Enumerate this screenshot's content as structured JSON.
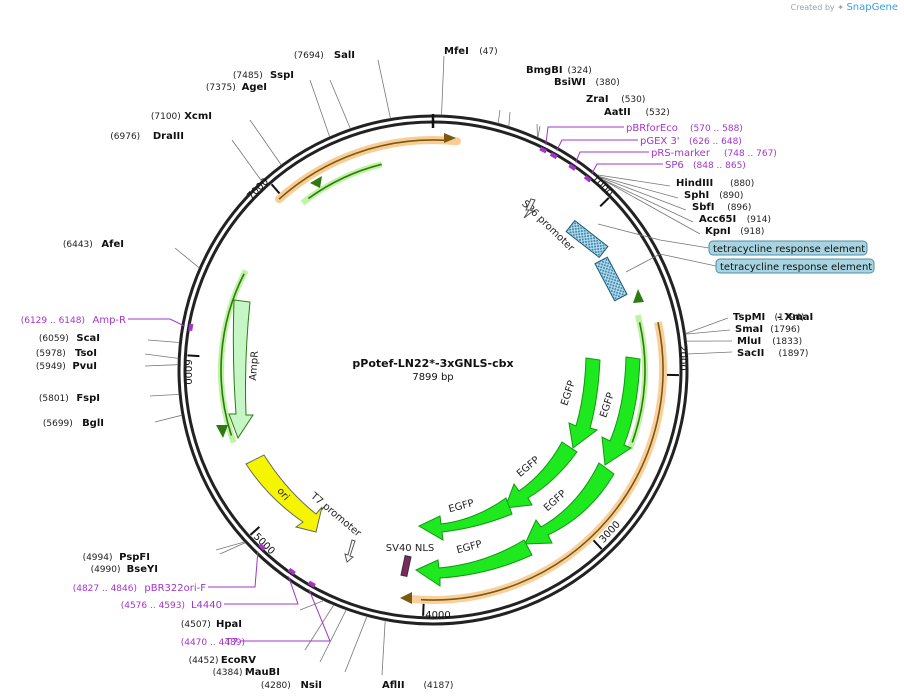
{
  "credit": {
    "prefix": "Created by",
    "brand": "SnapGene"
  },
  "plasmid": {
    "name": "pPotef-LN22*-3xGNLS-cbx",
    "length_label": "7899 bp"
  },
  "colors": {
    "backbone": "#222222",
    "primer": "#a235c8",
    "egfp": "#1ee81e",
    "ori": "#f5f500",
    "ampr": "#c6f6c6",
    "tre": "#3c8cb4",
    "orange_glow": "#f4a23a",
    "green_glow": "#aef08a",
    "badge": "#a8d4e2"
  },
  "ticks": [
    {
      "label": "1000"
    },
    {
      "label": "2000"
    },
    {
      "label": "3000"
    },
    {
      "label": "4000"
    },
    {
      "label": "5000"
    },
    {
      "label": "6000"
    },
    {
      "label": "7000"
    }
  ],
  "enzymes": [
    {
      "name": "MfeI",
      "pos": "(47)"
    },
    {
      "name": "BmgBI",
      "pos": "(324)"
    },
    {
      "name": "BsiWI",
      "pos": "(380)"
    },
    {
      "name": "ZraI",
      "pos": "(530)"
    },
    {
      "name": "AatII",
      "pos": "(532)"
    },
    {
      "name": "HindIII",
      "pos": "(880)"
    },
    {
      "name": "SphI",
      "pos": "(890)"
    },
    {
      "name": "SbfI",
      "pos": "(896)"
    },
    {
      "name": "Acc65I",
      "pos": "(914)"
    },
    {
      "name": "KpnI",
      "pos": "(918)"
    },
    {
      "name": "TspMI",
      "pos": "(1794)"
    },
    {
      "name": "SmaI",
      "pos": "(1796)"
    },
    {
      "name": "MluI",
      "pos": "(1833)"
    },
    {
      "name": "SacII",
      "pos": "(1897)"
    },
    {
      "name": "AflII",
      "pos": "(4187)"
    },
    {
      "name": "NsiI",
      "pos": "(4280)"
    },
    {
      "name": "MauBI",
      "pos": "(4384)"
    },
    {
      "name": "EcoRV",
      "pos": "(4452)"
    },
    {
      "name": "HpaI",
      "pos": "(4507)"
    },
    {
      "name": "BseYI",
      "pos": "(4990)"
    },
    {
      "name": "PspFI",
      "pos": "(4994)"
    },
    {
      "name": "BglI",
      "pos": "(5699)"
    },
    {
      "name": "FspI",
      "pos": "(5801)"
    },
    {
      "name": "PvuI",
      "pos": "(5949)"
    },
    {
      "name": "TsoI",
      "pos": "(5978)"
    },
    {
      "name": "ScaI",
      "pos": "(6059)"
    },
    {
      "name": "AfeI",
      "pos": "(6443)"
    },
    {
      "name": "DraIII",
      "pos": "(6976)"
    },
    {
      "name": "XcmI",
      "pos": "(7100)"
    },
    {
      "name": "AgeI",
      "pos": "(7375)"
    },
    {
      "name": "SspI",
      "pos": "(7485)"
    },
    {
      "name": "SalI",
      "pos": "(7694)"
    }
  ],
  "xmaI_label": "- XmaI",
  "primers": [
    {
      "name": "pBRforEco",
      "pos": "(570 .. 588)"
    },
    {
      "name": "pGEX 3'",
      "pos": "(626 .. 648)"
    },
    {
      "name": "pRS-marker",
      "pos": "(748 .. 767)"
    },
    {
      "name": "SP6",
      "pos": "(848 .. 865)"
    },
    {
      "name": "Amp-R",
      "pos": "(6129 .. 6148)"
    },
    {
      "name": "pBR322ori-F",
      "pos": "(4827 .. 4846)"
    },
    {
      "name": "L4440",
      "pos": "(4576 .. 4593)"
    },
    {
      "name": "T7",
      "pos": "(4470 .. 4489)"
    }
  ],
  "features": {
    "sp6_promoter": "SP6 promoter",
    "tre1": "tetracycline response element",
    "tre2": "tetracycline response element",
    "egfp_labels": [
      "EGFP",
      "EGFP",
      "EGFP",
      "EGFP",
      "EGFP",
      "EGFP"
    ],
    "ampr": "AmpR",
    "ori": "ori",
    "t7_promoter": "T7 promoter",
    "sv40_nls": "SV40 NLS"
  }
}
